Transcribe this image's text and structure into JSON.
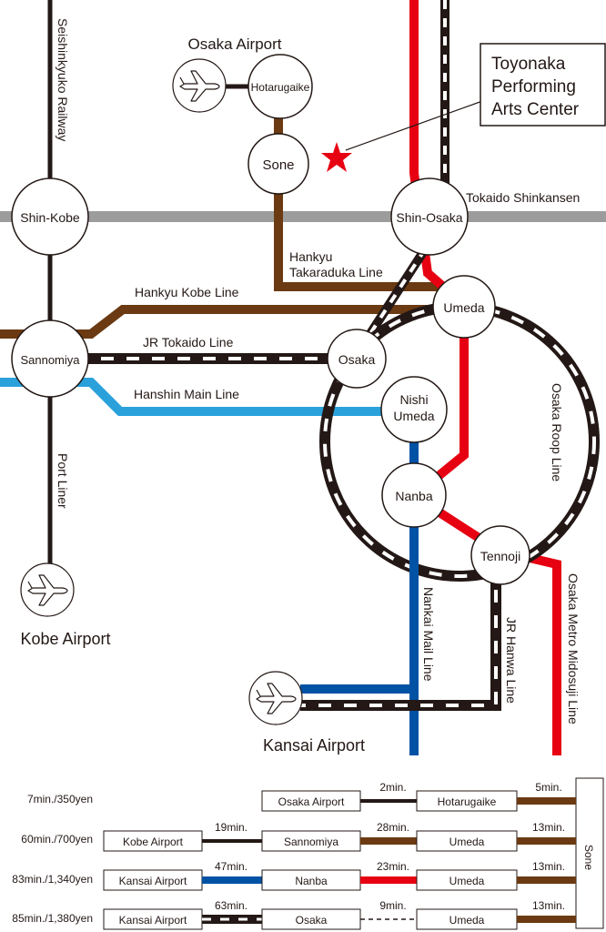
{
  "map": {
    "airports": {
      "osaka": "Osaka Airport",
      "kobe": "Kobe Airport",
      "kansai": "Kansai Airport"
    },
    "landmark": [
      "Toyonaka",
      "Performing",
      "Arts Center"
    ],
    "stations": {
      "hotarugaike": "Hotarugaike",
      "sone": "Sone",
      "shin_kobe": "Shin-Kobe",
      "shin_osaka": "Shin-Osaka",
      "umeda": "Umeda",
      "sannomiya": "Sannomiya",
      "osaka": "Osaka",
      "nishi_umeda": [
        "Nishi",
        "Umeda"
      ],
      "nanba": "Nanba",
      "tennoji": "Tennoji"
    },
    "lines": {
      "seishinkyuko": "Seishinkyuko Railway",
      "tokaido_shinkansen": "Tokaido Shinkansen",
      "hankyu_takaraduka": [
        "Hankyu",
        "Takaraduka Line"
      ],
      "hankyu_kobe": "Hankyu Kobe Line",
      "jr_tokaido": "JR Tokaido Line",
      "hanshin_main": "Hanshin Main Line",
      "port_liner": "Port Liner",
      "osaka_roop": "Osaka Roop Line",
      "nankai": "Nankai Mail Line",
      "jr_hanwa": "JR Hanwa Line",
      "midosuji": "Osaka Metro Midosuji Line"
    },
    "colors": {
      "ink": "#231815",
      "hankyu_brown": "#6b3a12",
      "hanshin_blue": "#2aa1db",
      "midosuji_red": "#e60012",
      "nankai_blue": "#0052a5",
      "shinkansen_gray": "#9c9c9c"
    }
  },
  "routes": {
    "destination": "Sone",
    "rows": [
      {
        "total": "7min./350yen",
        "segments": [
          {
            "from": "Osaka Airport",
            "time": "2min.",
            "line": "black"
          },
          {
            "from": "Hotarugaike",
            "time": "5min.",
            "line": "brown"
          }
        ]
      },
      {
        "total": "60min./700yen",
        "segments": [
          {
            "from": "Kobe Airport",
            "time": "19min.",
            "line": "black"
          },
          {
            "from": "Sannomiya",
            "time": "28min.",
            "line": "brown"
          },
          {
            "from": "Umeda",
            "time": "13min.",
            "line": "brown"
          }
        ]
      },
      {
        "total": "83min./1,340yen",
        "segments": [
          {
            "from": "Kansai Airport",
            "time": "47min.",
            "line": "blue"
          },
          {
            "from": "Nanba",
            "time": "23min.",
            "line": "red"
          },
          {
            "from": "Umeda",
            "time": "13min.",
            "line": "brown"
          }
        ]
      },
      {
        "total": "85min./1,380yen",
        "segments": [
          {
            "from": "Kansai Airport",
            "time": "63min.",
            "line": "jr"
          },
          {
            "from": "Osaka",
            "time": "9min.",
            "line": "walk"
          },
          {
            "from": "Umeda",
            "time": "13min.",
            "line": "brown"
          }
        ]
      }
    ]
  }
}
